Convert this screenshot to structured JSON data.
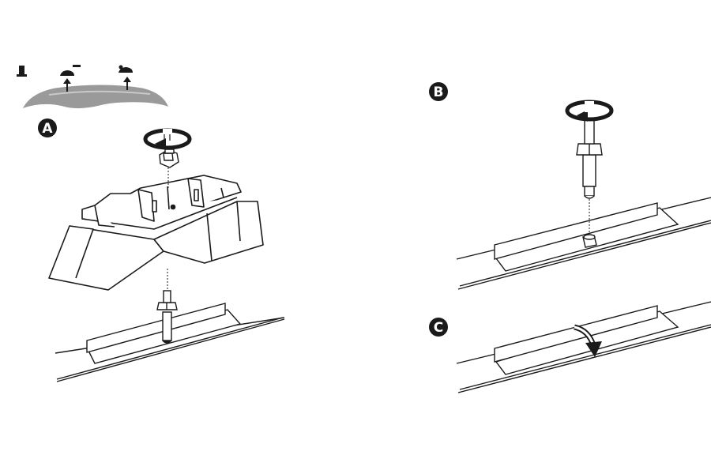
{
  "steps": [
    {
      "id": "A",
      "label": "A"
    },
    {
      "id": "B",
      "label": "B"
    },
    {
      "id": "C",
      "label": "C"
    }
  ],
  "colors": {
    "ink": "#1a1a1a",
    "roof_gray": "#9a9a9a",
    "roof_light": "#c9c9c9",
    "paper": "#ffffff"
  }
}
